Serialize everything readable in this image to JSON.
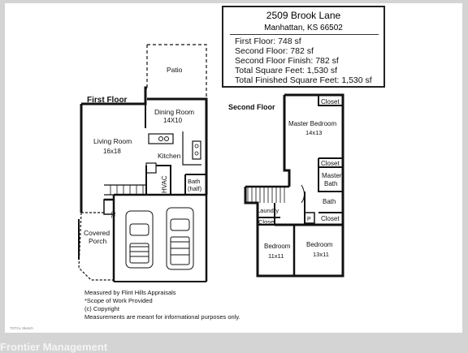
{
  "info": {
    "address": "2509 Brook Lane",
    "city": "Manhattan, KS 66502",
    "first_floor": "First Floor: 748 sf",
    "second_floor": "Second Floor: 782 sf",
    "second_floor_finish": "Second Floor Finish: 782 sf",
    "total_sqft": "Total Square Feet: 1,530 sf",
    "total_finished": "Total Finished Square Feet: 1,530 sf"
  },
  "first_floor": {
    "title": "First Floor",
    "rooms": {
      "patio": "Patio",
      "dining_name": "Dining Room",
      "dining_size": "14X10",
      "living_name": "Living Room",
      "living_size": "16x18",
      "kitchen": "Kitchen",
      "hvac": "HVAC",
      "bath": "Bath",
      "bath_half": "(half)",
      "closet_cl": "CL",
      "porch_1": "Covered",
      "porch_2": "Porch"
    }
  },
  "second_floor": {
    "title": "Second Floor",
    "rooms": {
      "closet_top": "Closet",
      "master_name": "Master Bedroom",
      "master_size": "14x13",
      "closet_mid": "Closet",
      "master_bath_1": "Master",
      "master_bath_2": "Bath",
      "bath": "Bath",
      "laundry": "Laundry",
      "closet_left": "Closet",
      "closet_right": "Closet",
      "p": "P",
      "bedroom1_name": "Bedroom",
      "bedroom1_size": "11x11",
      "bedroom2_name": "Bedroom",
      "bedroom2_size": "13x11"
    }
  },
  "notes": [
    "Measured by Flint Hills Appraisals",
    "*Scope of Work Provided",
    "(c) Copyright",
    "Measurements are meant for informational purposes only."
  ],
  "watermark": "Frontier Management",
  "watermark_small": "TOTAL Sketch"
}
